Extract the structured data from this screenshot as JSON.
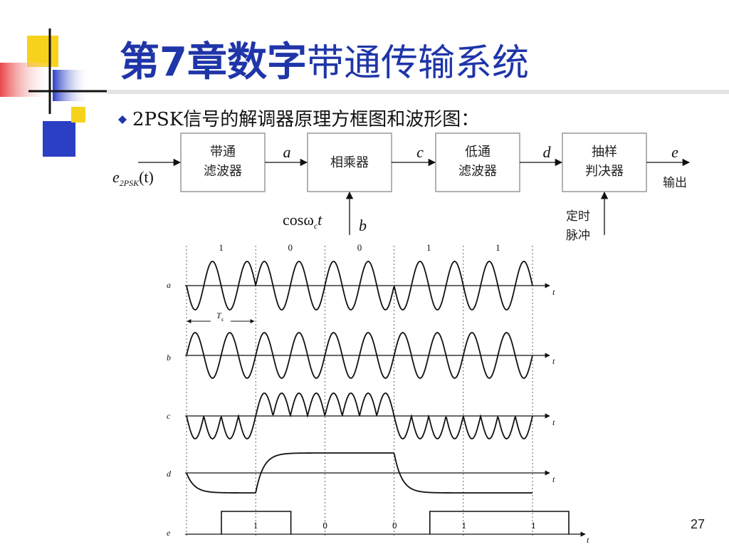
{
  "slide": {
    "title_bold": "第7章数字",
    "title_light": "带通传输系统",
    "bullet": "2PSK信号的解调器原理方框图和波形图：",
    "page_number": "27"
  },
  "block_diagram": {
    "input_label_main": "e",
    "input_label_sub": "2PSK",
    "input_label_arg": "(t)",
    "blocks": [
      {
        "line1": "带通",
        "line2": "滤波器"
      },
      {
        "line1": "相乘器",
        "line2": ""
      },
      {
        "line1": "低通",
        "line2": "滤波器"
      },
      {
        "line1": "抽样",
        "line2": "判决器"
      }
    ],
    "signals": [
      "a",
      "c",
      "d",
      "e"
    ],
    "carrier_label_main": "cosω",
    "carrier_label_sub": "c",
    "carrier_label_t": "t",
    "carrier_signal": "b",
    "timing_label_line1": "定时",
    "timing_label_line2": "脉冲",
    "output_label": "输出"
  },
  "waveforms": {
    "bits": [
      "1",
      "0",
      "0",
      "1",
      "1"
    ],
    "row_labels": [
      "a",
      "b",
      "c",
      "d",
      "e"
    ],
    "axis_label": "t",
    "period_label": "T",
    "period_sub": "s"
  },
  "colors": {
    "title": "#1f35a8",
    "deco_yellow": "#f7d21c",
    "deco_blue": "#2b3fc4",
    "deco_red": "#e8484a"
  }
}
